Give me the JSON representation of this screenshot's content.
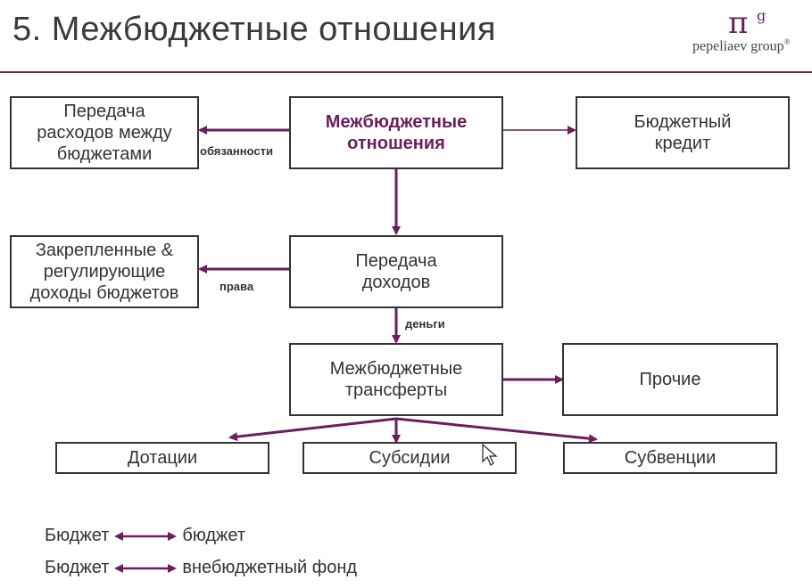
{
  "header": {
    "title": "5. Межбюджетные отношения",
    "logo_symbol": "π",
    "logo_superscript": "g",
    "logo_text": "pepeliaev group",
    "logo_mark": "®"
  },
  "colors": {
    "accent": "#6b1d5e",
    "border": "#333333",
    "text": "#333333"
  },
  "diagram": {
    "boxes": {
      "mbo": "Межбюджетные\nотношения",
      "transfer_expenses": "Передача\nрасходов между\nбюджетами",
      "budget_credit": "Бюджетный\nкредит",
      "transfer_income": "Передача\nдоходов",
      "fixed_income": "Закрепленные &\nрегулирующие\nдоходы бюджетов",
      "transfers": "Межбюджетные\nтрансферты",
      "other": "Прочие",
      "grants": "Дотации",
      "subsidies": "Субсидии",
      "subventions": "Субвенции"
    },
    "edge_labels": {
      "duties": "обязанности",
      "rights": "права",
      "money": "деньги"
    }
  },
  "legend": [
    {
      "left": "Бюджет",
      "right": "бюджет"
    },
    {
      "left": "Бюджет",
      "right": "внебюджетный фонд"
    }
  ]
}
